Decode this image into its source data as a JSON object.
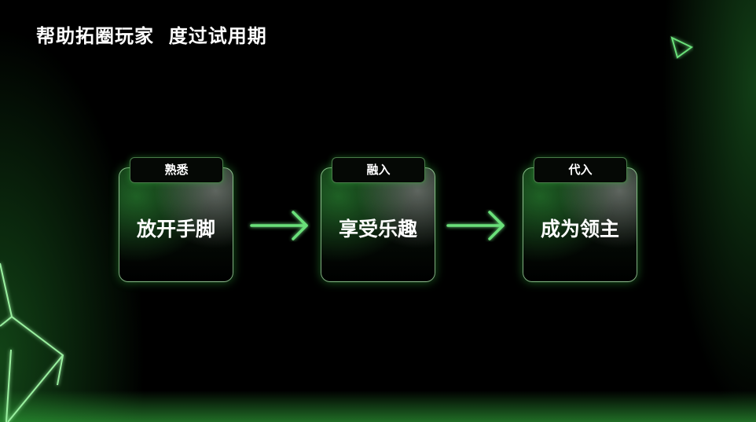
{
  "slide": {
    "title": "帮助拓圈玩家  度过试用期",
    "steps": [
      {
        "tab": "熟悉",
        "label": "放开手脚"
      },
      {
        "tab": "融入",
        "label": "享受乐趣"
      },
      {
        "tab": "代入",
        "label": "成为领主"
      }
    ],
    "accent_color": "#4ade5a"
  }
}
